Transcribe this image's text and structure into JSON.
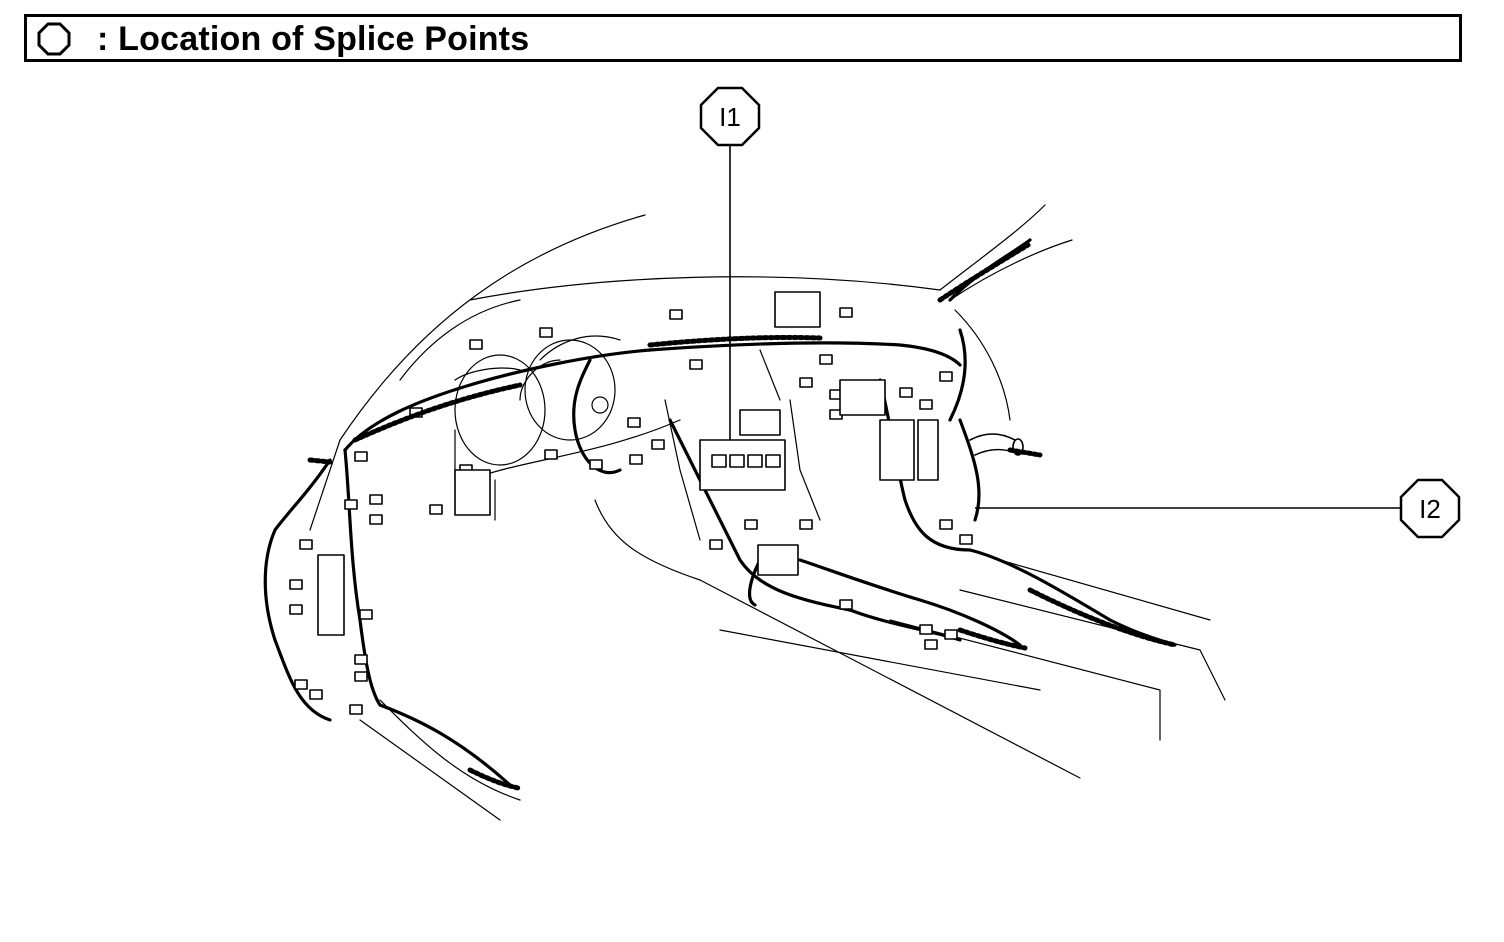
{
  "header": {
    "title": ": Location of Splice Points",
    "symbol_icon": "octagon-icon"
  },
  "callouts": [
    {
      "label": "I1"
    },
    {
      "label": "I2"
    }
  ],
  "colors": {
    "line": "#000000",
    "background": "#ffffff"
  }
}
